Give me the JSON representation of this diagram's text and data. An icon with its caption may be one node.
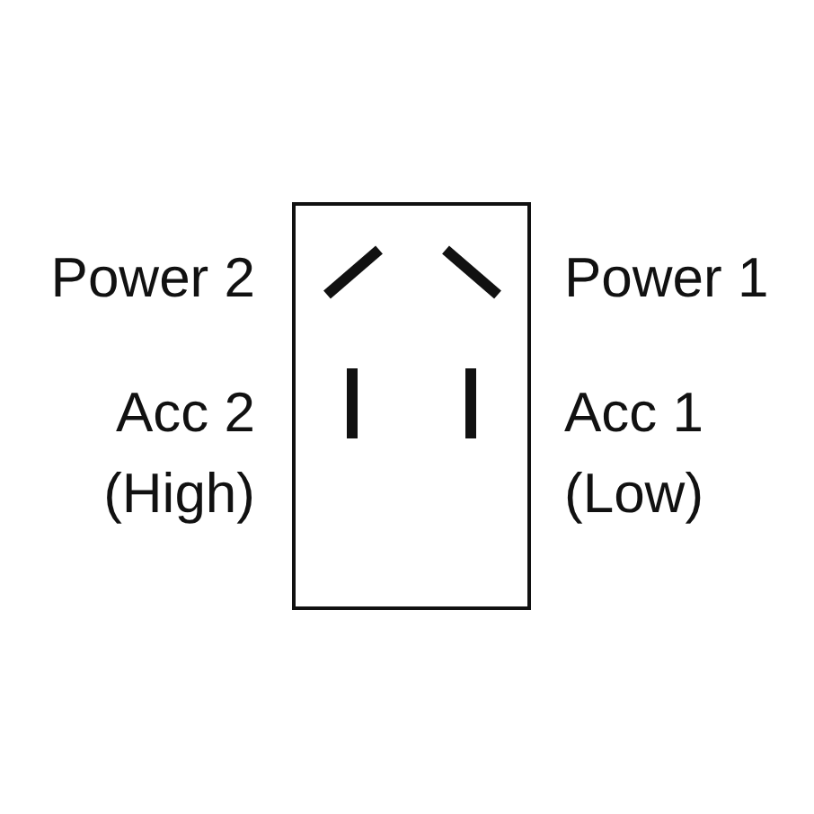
{
  "diagram": {
    "labels": [
      "Power 2",
      "Power 1",
      "Acc 2 (High)",
      "Acc 1 (Low)"
    ]
  }
}
